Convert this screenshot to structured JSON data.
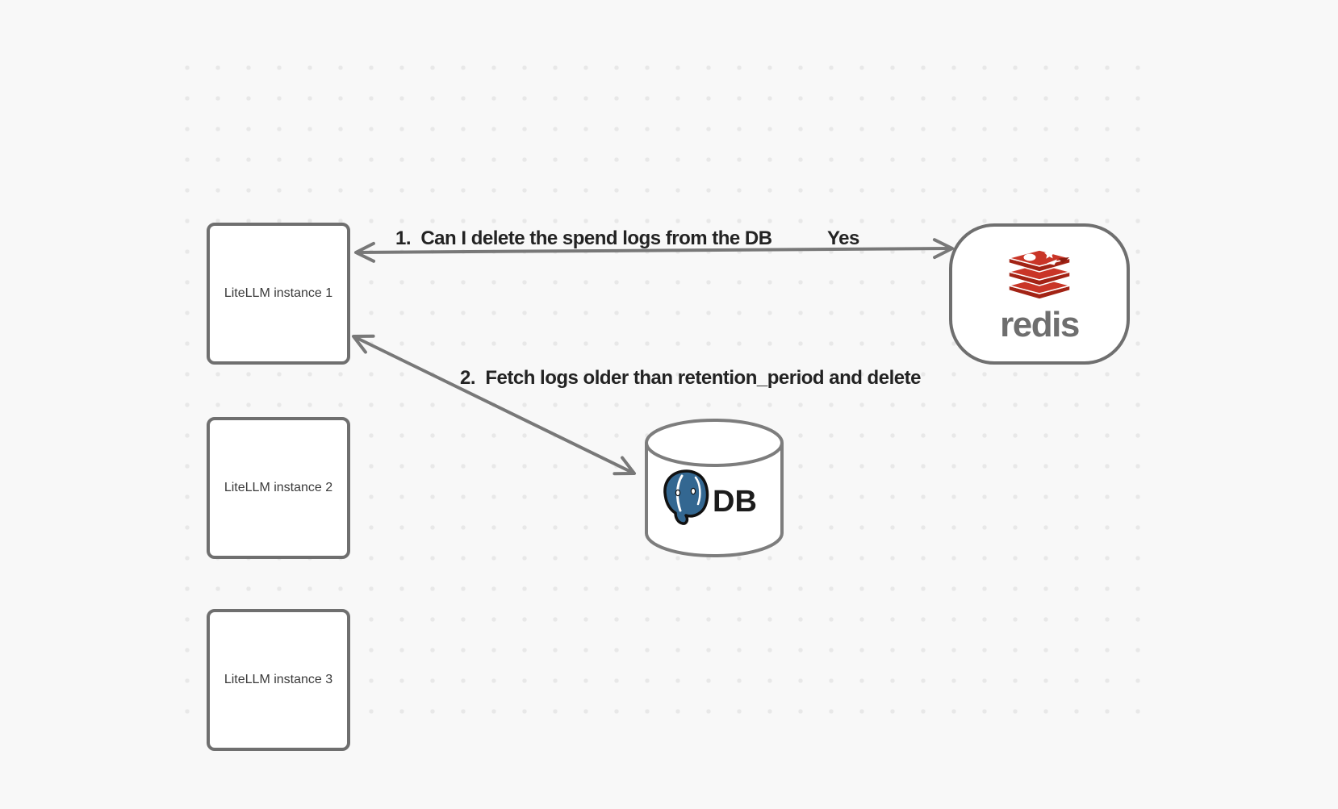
{
  "nodes": {
    "instance1": {
      "label": "LiteLLM instance 1"
    },
    "instance2": {
      "label": "LiteLLM instance 2"
    },
    "instance3": {
      "label": "LiteLLM instance 3"
    },
    "redis": {
      "wordmark": "redis",
      "icon": "redis-stack-logo"
    },
    "database": {
      "label": "DB",
      "icon": "postgresql-elephant-logo"
    }
  },
  "edges": {
    "edge1": {
      "label": "1.  Can I delete the spend logs from the DB",
      "answer": "Yes",
      "from": "litellm-instance-1",
      "to": "redis",
      "style": "double-headed-arrow"
    },
    "edge2": {
      "label": "2.  Fetch logs older than retention_period and delete",
      "from": "litellm-instance-1",
      "to": "db",
      "style": "double-headed-arrow"
    }
  },
  "colors": {
    "background": "#f8f8f8",
    "dot": "#e8e8e8",
    "node_border": "#6f6f6f",
    "arrow": "#787878",
    "label_text": "#232323",
    "redis_red": "#c93527",
    "redis_red_dark": "#a22315",
    "redis_wordmark": "#6e6e6e",
    "postgres_blue": "#336791"
  }
}
